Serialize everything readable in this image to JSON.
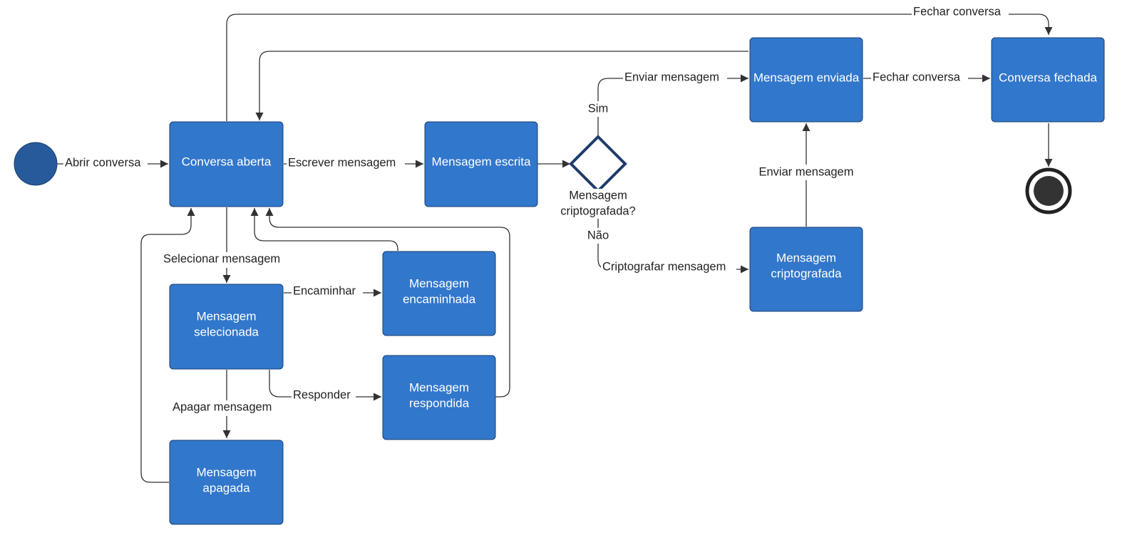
{
  "colors": {
    "state_fill": "#3177cb",
    "state_border": "#1a3f73",
    "initial_fill": "#275a9a",
    "decision_stroke": "#1f3c6b",
    "final_stroke": "#222222",
    "line": "#333333",
    "text_on_state": "#ffffff",
    "label_text": "#222222"
  },
  "states": {
    "conversa_aberta": "Conversa aberta",
    "mensagem_escrita": "Mensagem escrita",
    "mensagem_enviada": "Mensagem enviada",
    "conversa_fechada": "Conversa fechada",
    "mensagem_selecionada": [
      "Mensagem",
      "selecionada"
    ],
    "mensagem_encaminhada": [
      "Mensagem",
      "encaminhada"
    ],
    "mensagem_respondida": [
      "Mensagem",
      "respondida"
    ],
    "mensagem_apagada": [
      "Mensagem",
      "apagada"
    ],
    "mensagem_criptografada": [
      "Mensagem",
      "criptografada"
    ]
  },
  "decision": {
    "question": [
      "Mensagem",
      "criptografada?"
    ],
    "yes": "Sim",
    "no": "Não"
  },
  "transitions": {
    "abrir_conversa": "Abrir conversa",
    "escrever_mensagem": "Escrever mensagem",
    "enviar_mensagem_sim": "Enviar mensagem",
    "fechar_conversa_direct": "Fechar conversa",
    "fechar_conversa_top": "Fechar conversa",
    "enviar_mensagem_crypt": "Enviar mensagem",
    "criptografar_mensagem": "Criptografar mensagem",
    "selecionar_mensagem": "Selecionar mensagem",
    "encaminhar": "Encaminhar",
    "responder": "Responder",
    "apagar_mensagem": "Apagar mensagem"
  }
}
